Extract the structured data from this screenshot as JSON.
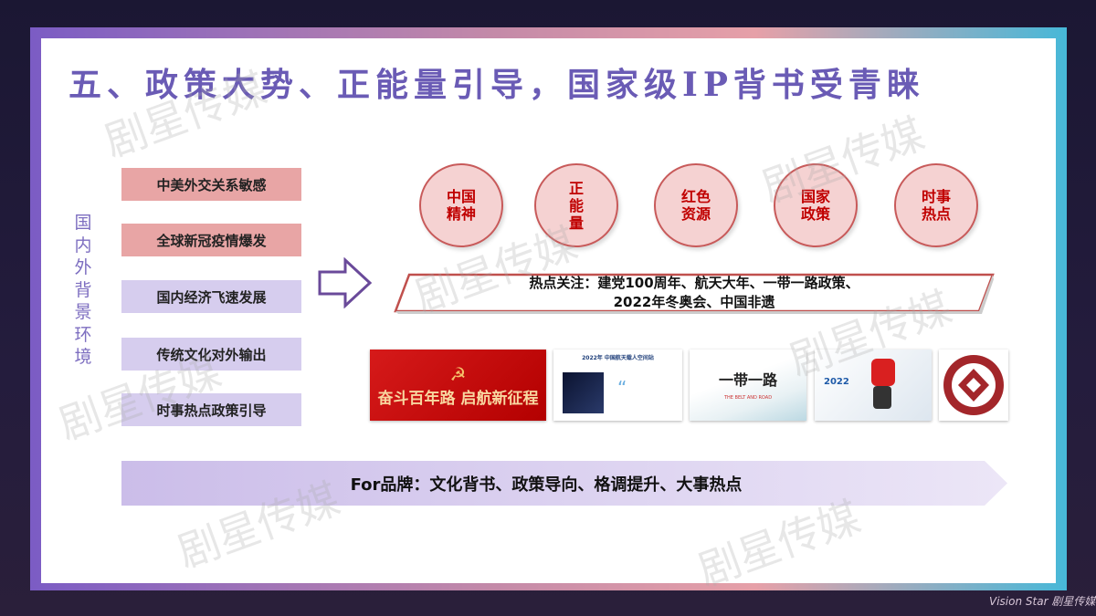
{
  "title": "五、政策大势、正能量引导，国家级IP背书受青睐",
  "side_label": "国内外背景环境",
  "background_factors": [
    {
      "label": "中美外交关系敏感",
      "color": "#e8a5a5"
    },
    {
      "label": "全球新冠疫情爆发",
      "color": "#e8a5a5"
    },
    {
      "label": "国内经济飞速发展",
      "color": "#d6cdee"
    },
    {
      "label": "传统文化对外输出",
      "color": "#d6cdee"
    },
    {
      "label": "时事热点政策引导",
      "color": "#d6cdee"
    }
  ],
  "arrow_icon": "right-arrow-outline",
  "themes": [
    "中国精神",
    "正能量",
    "红色资源",
    "国家政策",
    "时事热点"
  ],
  "hotspot_line1": "热点关注：建党100周年、航天大年、一带一路政策、",
  "hotspot_line2": "2022年冬奥会、中国非遗",
  "images": [
    {
      "name": "party-centenary",
      "text": "奋斗百年路 启航新征程"
    },
    {
      "name": "space-station",
      "text": "2022年 中国航天载人空间站"
    },
    {
      "name": "belt-and-road",
      "text": "一带一路",
      "subtext": "THE BELT AND ROAD"
    },
    {
      "name": "winter-olympics",
      "text": "2022"
    },
    {
      "name": "intangible-heritage-seal"
    }
  ],
  "summary": "For品牌：文化背书、政策导向、格调提升、大事热点",
  "watermark": "剧星传媒",
  "footer_logo": "Vision Star 剧星传媒",
  "colors": {
    "title": "#6a5bb5",
    "accent_red": "#c00000",
    "pink": "#e8a5a5",
    "lavender": "#d6cdee"
  }
}
